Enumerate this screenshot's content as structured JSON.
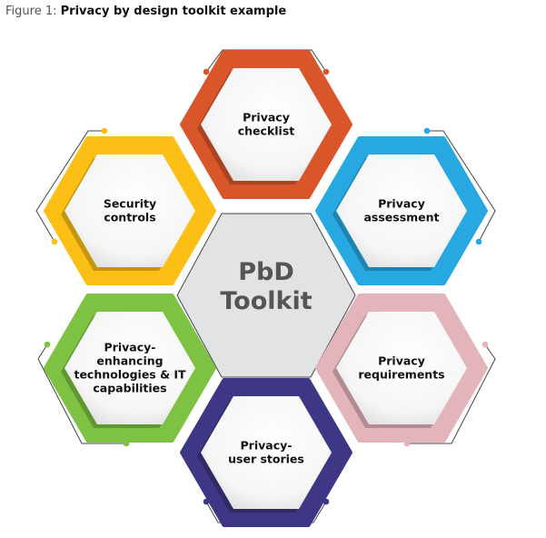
{
  "caption": {
    "prefix": "Figure 1:",
    "title": "Privacy by design toolkit example"
  },
  "center": {
    "lines": [
      "PbD",
      "Toolkit"
    ],
    "color": "#e2e3e5"
  },
  "items": [
    {
      "id": "privacy-checklist",
      "lines": [
        "Privacy",
        "checklist"
      ],
      "color": "#d9562a"
    },
    {
      "id": "privacy-assessment",
      "lines": [
        "Privacy",
        "assessment"
      ],
      "color": "#27a8e0"
    },
    {
      "id": "privacy-requirements",
      "lines": [
        "Privacy",
        "requirements"
      ],
      "color": "#e4b4bb"
    },
    {
      "id": "privacy-user-stories",
      "lines": [
        "Privacy-",
        "user stories"
      ],
      "color": "#3e3785"
    },
    {
      "id": "privacy-enhancing-technologies",
      "lines": [
        "Privacy-",
        "enhancing",
        "technologies & IT",
        "capabilities"
      ],
      "color": "#7dc242"
    },
    {
      "id": "security-controls",
      "lines": [
        "Security",
        "controls"
      ],
      "color": "#fbbf15"
    }
  ]
}
